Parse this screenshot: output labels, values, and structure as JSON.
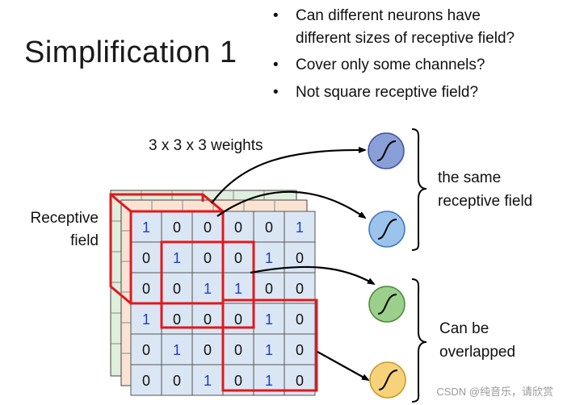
{
  "title": "Simplification 1",
  "bullets": [
    {
      "line1": "Can different neurons have",
      "line2": "different sizes of receptive field?"
    },
    {
      "line1": "Cover only some channels?",
      "line2": ""
    },
    {
      "line1": "Not square receptive field?",
      "line2": ""
    }
  ],
  "weights_label": "3 x 3 x 3 weights",
  "receptive_label": {
    "line1": "Receptive",
    "line2": "field"
  },
  "same_label": {
    "line1": "the same",
    "line2": "receptive field"
  },
  "overlap_label": {
    "line1": "Can be",
    "line2": "overlapped"
  },
  "grid": [
    [
      "1",
      "0",
      "0",
      "0",
      "0",
      "1"
    ],
    [
      "0",
      "1",
      "0",
      "0",
      "1",
      "0"
    ],
    [
      "0",
      "0",
      "1",
      "1",
      "0",
      "0"
    ],
    [
      "1",
      "0",
      "0",
      "0",
      "1",
      "0"
    ],
    [
      "0",
      "1",
      "0",
      "0",
      "1",
      "0"
    ],
    [
      "0",
      "0",
      "1",
      "0",
      "1",
      "0"
    ]
  ],
  "neurons": [
    {
      "color": "#8a9fd8",
      "stroke": "#3e55a0"
    },
    {
      "color": "#9cc3ec",
      "stroke": "#3f78b8"
    },
    {
      "color": "#9ccf8c",
      "stroke": "#4a8a3a"
    },
    {
      "color": "#f6d27a",
      "stroke": "#c89a28"
    }
  ],
  "colors": {
    "one": "#1a3ec8",
    "zero": "#111111",
    "cell_bg": "#dbe6f4",
    "frame": "#e0191e"
  },
  "watermark": "CSDN @纯音乐，请欣赏"
}
